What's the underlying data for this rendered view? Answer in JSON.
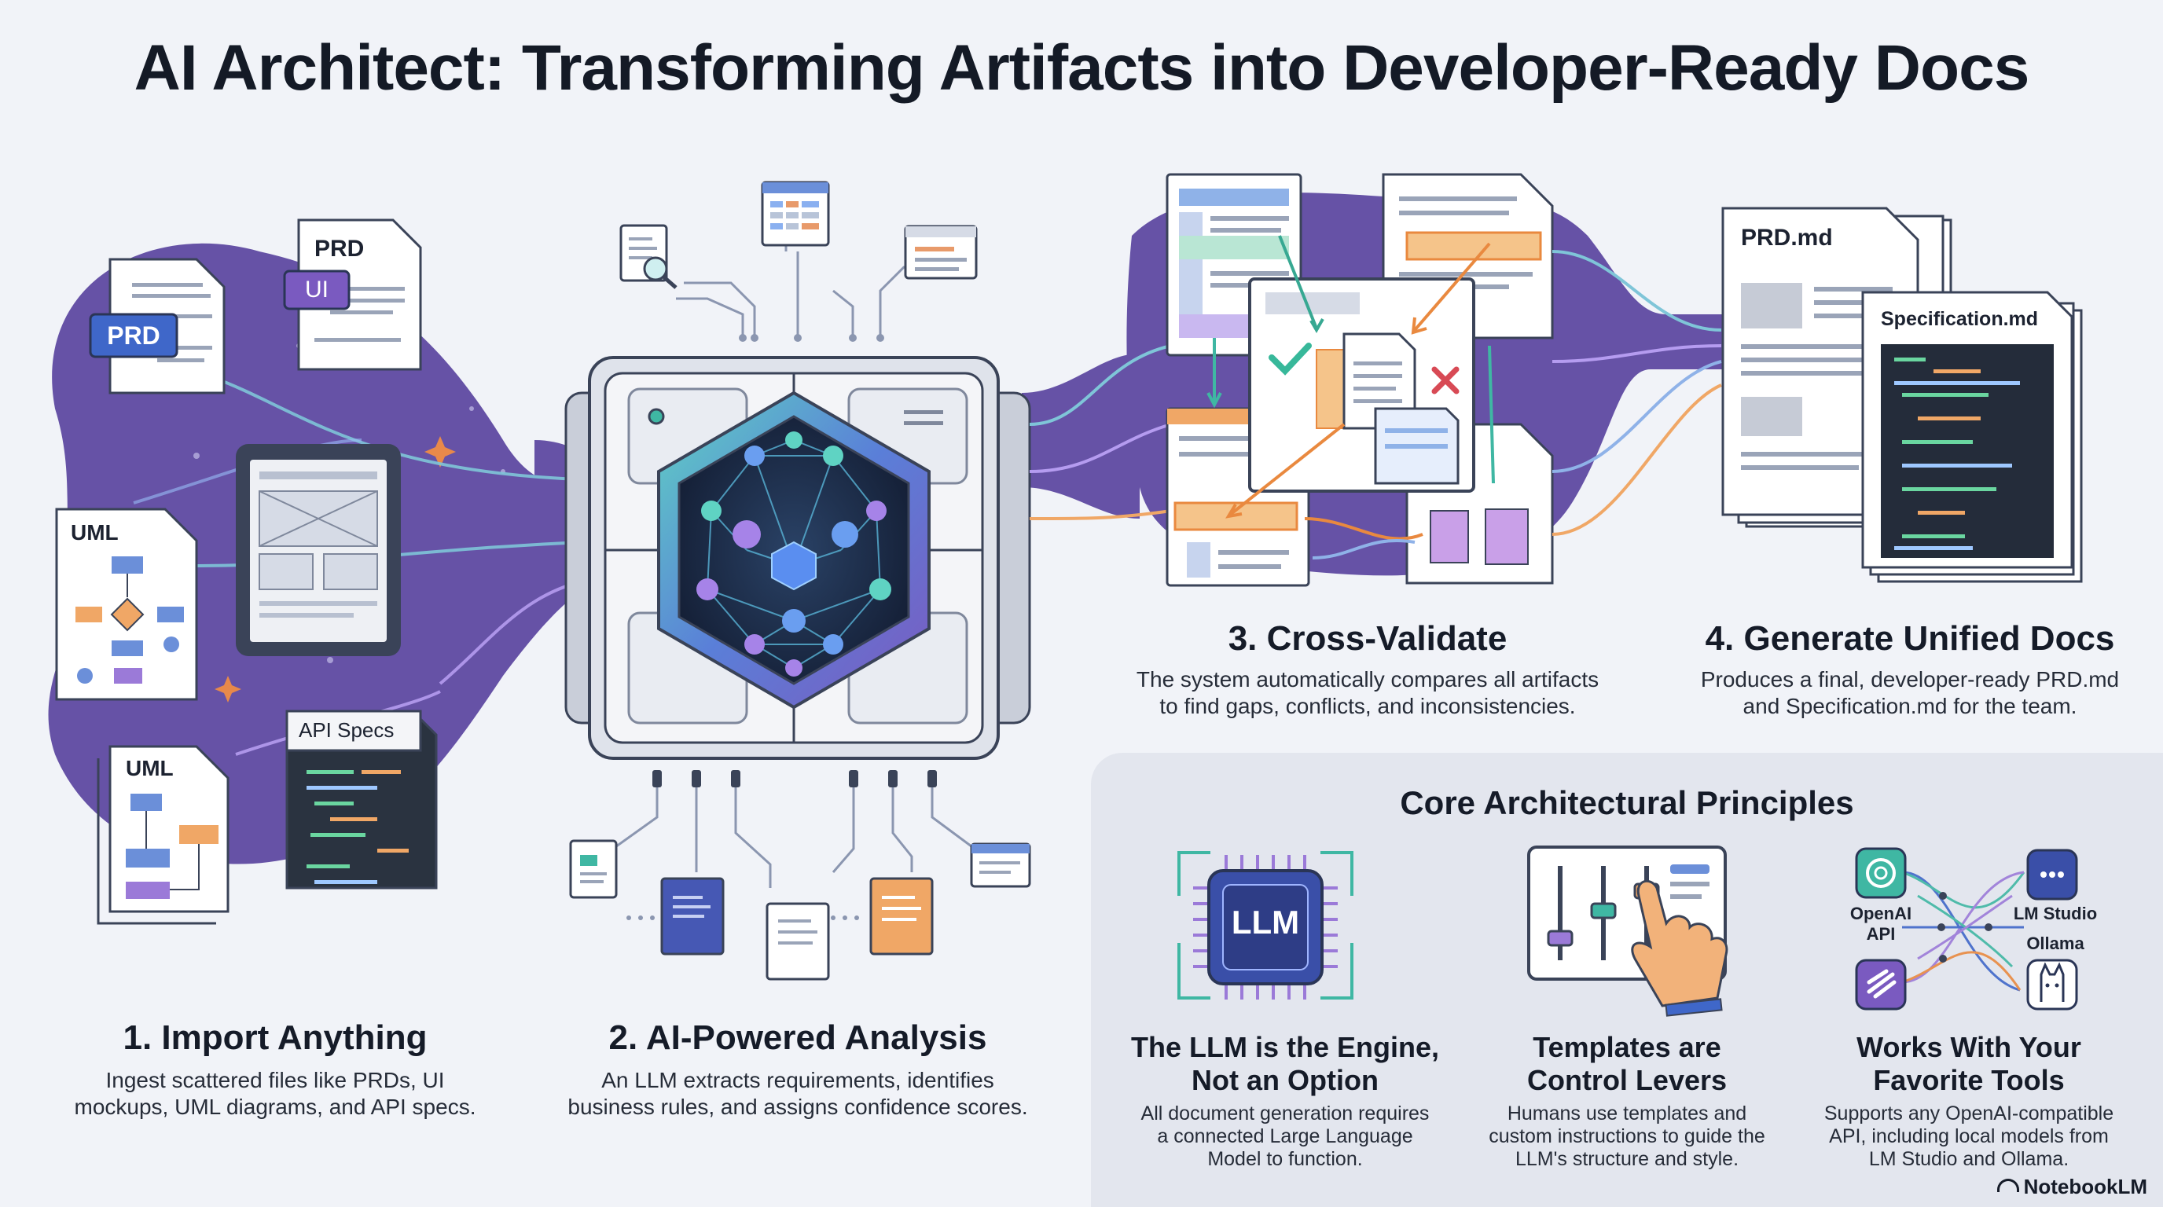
{
  "title": "AI Architect: Transforming Artifacts into Developer-Ready Docs",
  "steps": [
    {
      "title": "1. Import Anything",
      "desc": [
        "Ingest scattered files like PRDs, UI",
        "mockups, UML diagrams, and API specs."
      ]
    },
    {
      "title": "2. AI-Powered Analysis",
      "desc": [
        "An LLM extracts requirements, identifies",
        "business rules, and assigns confidence scores."
      ]
    },
    {
      "title": "3. Cross-Validate",
      "desc": [
        "The system automatically compares all artifacts",
        "to find gaps, conflicts, and inconsistencies."
      ]
    },
    {
      "title": "4. Generate Unified Docs",
      "desc": [
        "Produces a final, developer-ready PRD.md",
        "and Specification.md for the team."
      ]
    }
  ],
  "artifacts": {
    "prd1": "PRD",
    "prd2": "PRD",
    "ui": "UI",
    "uml1": "UML",
    "uml2": "UML",
    "api": "API Specs"
  },
  "chip_label": "LLM",
  "outputs": {
    "prd_md": "PRD.md",
    "spec_md": "Specification.md"
  },
  "principles": {
    "heading": "Core Architectural Principles",
    "items": [
      {
        "title": [
          "The LLM is the Engine,",
          "Not an Option"
        ],
        "desc": [
          "All document generation requires",
          "a connected Large Language",
          "Model to function."
        ]
      },
      {
        "title": [
          "Templates are",
          "Control Levers"
        ],
        "desc": [
          "Humans use templates and",
          "custom instructions to guide the",
          "LLM's structure and style."
        ]
      },
      {
        "title": [
          "Works With Your",
          "Favorite Tools"
        ],
        "desc": [
          "Supports any OpenAI-compatible",
          "API, including local models from",
          "LM Studio and Ollama."
        ]
      }
    ],
    "tools": {
      "openai": "OpenAI",
      "api": "API",
      "lmstudio": "LM Studio",
      "ollama": "Ollama"
    }
  },
  "brand": "NotebookLM",
  "colors": {
    "purple": "#6a5aa8",
    "blue": "#3f67c9",
    "teal": "#3fb7a3",
    "orange": "#e9893f",
    "green": "#37b89a",
    "red": "#d84a55"
  }
}
